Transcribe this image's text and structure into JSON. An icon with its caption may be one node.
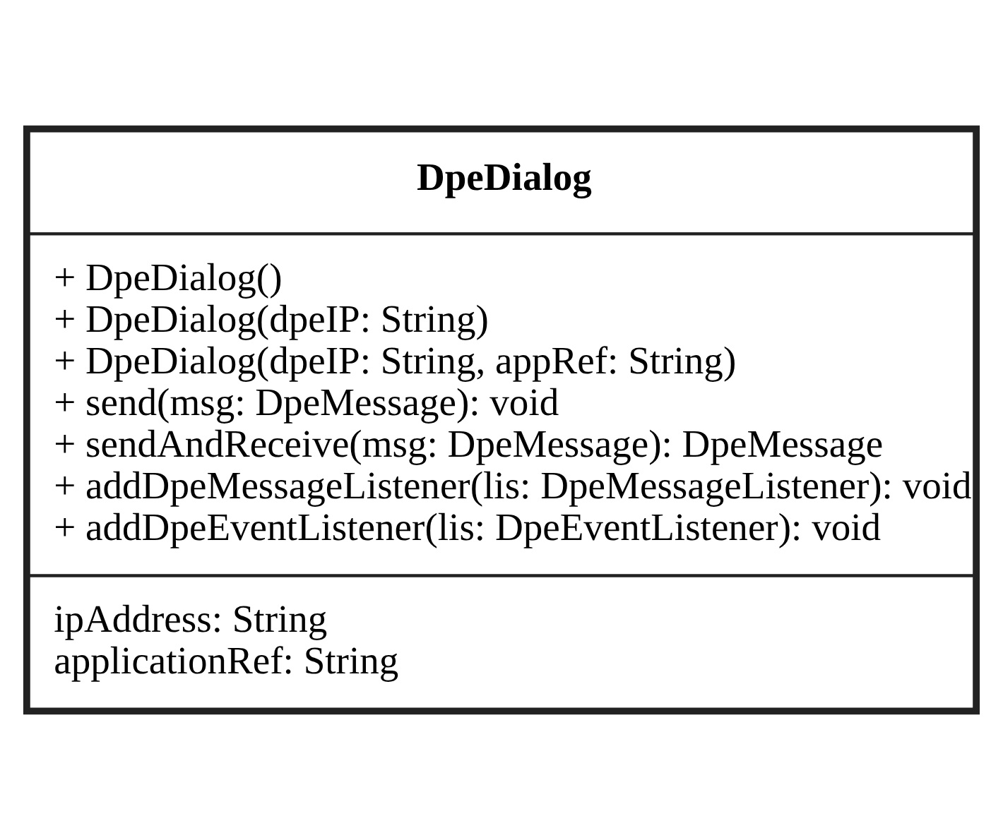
{
  "diagram": {
    "nodes": [
      {
        "text": [
          "DpeDialog",
          "+ DpeDialog()",
          "+ DpeDialog(dpeIP: String)",
          "+ DpeDialog(dpeIP: String, appRef: String)",
          "+ send(msg: DpeMessage): void",
          "+ sendAndReceive(msg: DpeMessage): DpeMessage",
          "+ addDpeMessageListener(lis: DpeMessageListener): void",
          "+ addDpeEventListener(lis: DpeEventListener): void",
          "ipAddress: String",
          "applicationRef: String"
        ]
      }
    ]
  }
}
